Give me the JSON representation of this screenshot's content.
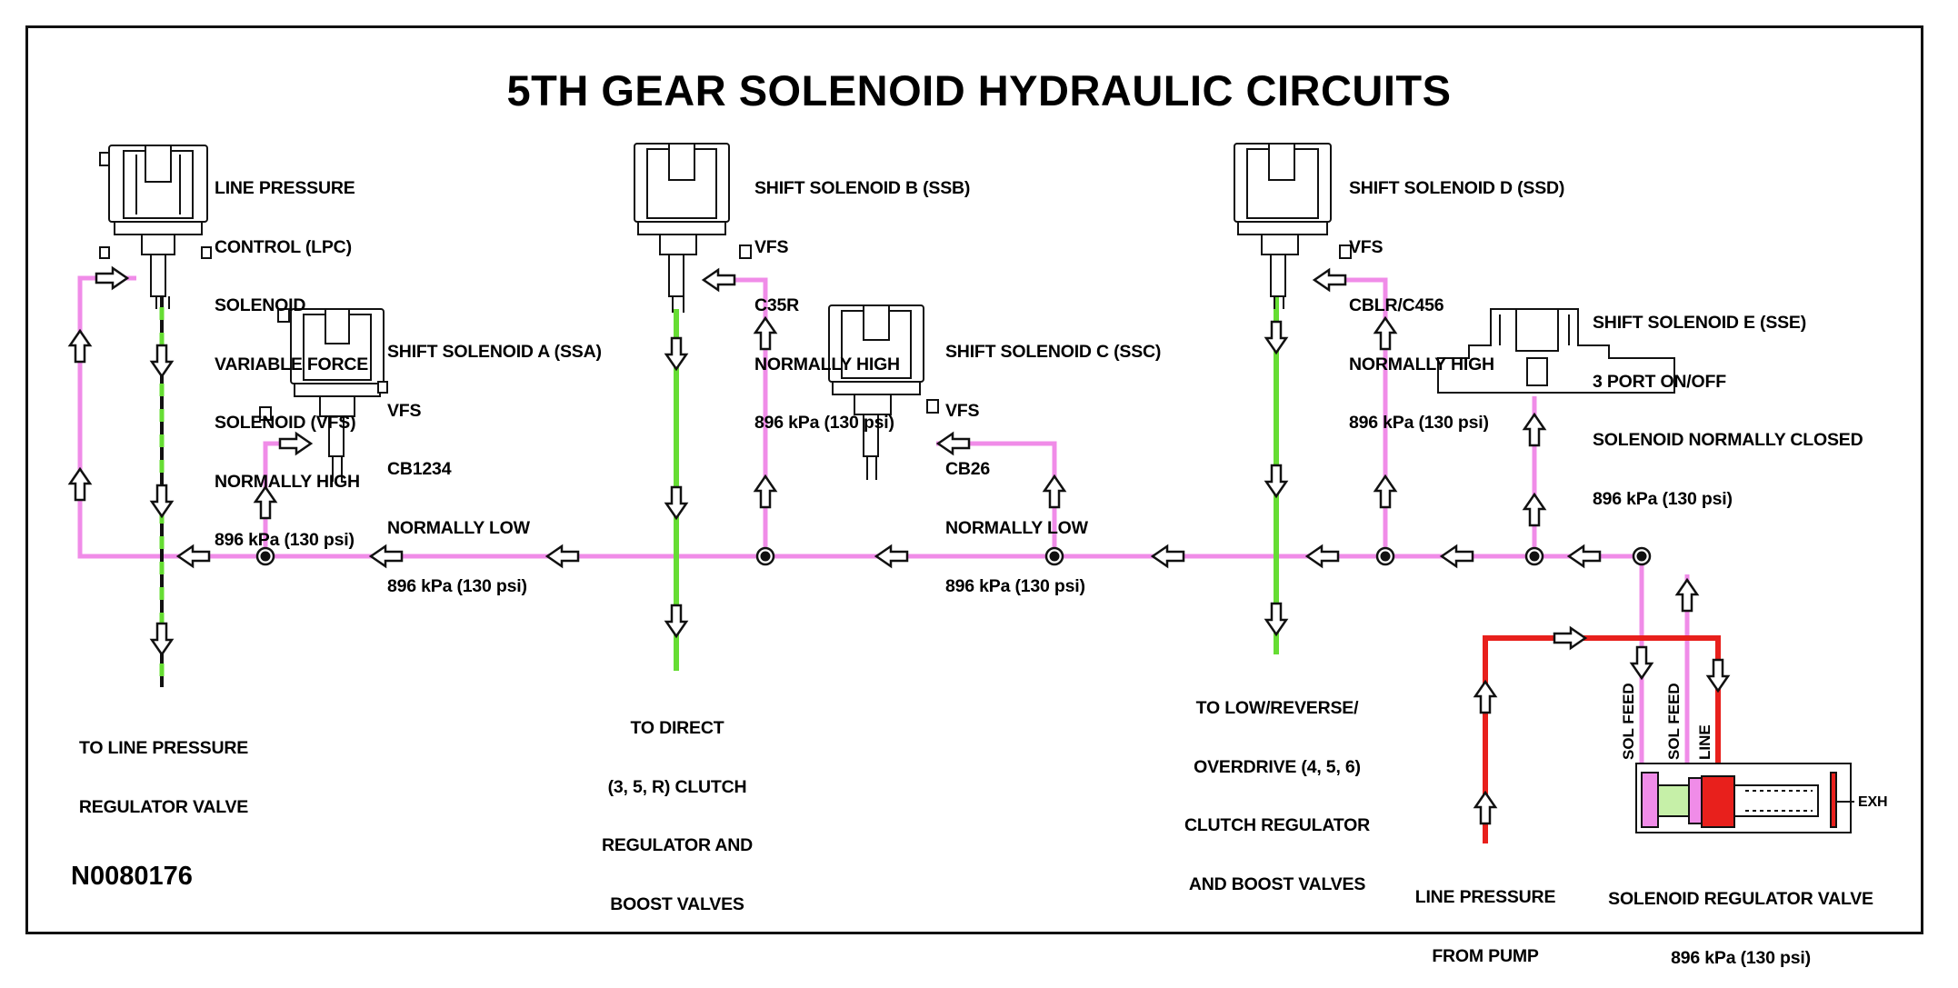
{
  "title": "5TH GEAR SOLENOID HYDRAULIC CIRCUITS",
  "figure_id": "N0080176",
  "colors": {
    "solenoid_feed": "#f08ce8",
    "output": "#66dd33",
    "line_pressure": "#e8201c",
    "outline": "#111111"
  },
  "solenoids": {
    "lpc": [
      "LINE PRESSURE",
      "CONTROL (LPC)",
      "SOLENOID",
      "VARIABLE FORCE",
      "SOLENOID (VFS)",
      "NORMALLY HIGH",
      "896 kPa (130 psi)"
    ],
    "ssa": [
      "SHIFT SOLENOID A (SSA)",
      "VFS",
      "CB1234",
      "NORMALLY LOW",
      "896 kPa (130 psi)"
    ],
    "ssb": [
      "SHIFT SOLENOID B (SSB)",
      "VFS",
      "C35R",
      "NORMALLY HIGH",
      "896 kPa (130 psi)"
    ],
    "ssc": [
      "SHIFT SOLENOID C (SSC)",
      "VFS",
      "CB26",
      "NORMALLY LOW",
      "896 kPa (130 psi)"
    ],
    "ssd": [
      "SHIFT SOLENOID D (SSD)",
      "VFS",
      "CBLR/C456",
      "NORMALLY HIGH",
      "896 kPa (130 psi)"
    ],
    "sse": [
      "SHIFT SOLENOID E (SSE)",
      "3 PORT ON/OFF",
      "SOLENOID NORMALLY CLOSED",
      "896 kPa (130 psi)"
    ]
  },
  "destinations": {
    "line_reg": [
      "TO LINE PRESSURE",
      "REGULATOR VALVE"
    ],
    "direct": [
      "TO DIRECT",
      "(3, 5, R) CLUTCH",
      "REGULATOR AND",
      "BOOST VALVES"
    ],
    "low_rev": [
      "TO LOW/REVERSE/",
      "OVERDRIVE (4, 5, 6)",
      "CLUTCH REGULATOR",
      "AND BOOST VALVES"
    ],
    "pump": [
      "LINE PRESSURE",
      "FROM PUMP"
    ],
    "sol_reg": [
      "SOLENOID REGULATOR VALVE",
      "896 kPa (130 psi)"
    ]
  },
  "valve_ports": {
    "sol_feed_1": "SOL FEED",
    "sol_feed_2": "SOL FEED",
    "line": "LINE",
    "exh": "EXH"
  }
}
